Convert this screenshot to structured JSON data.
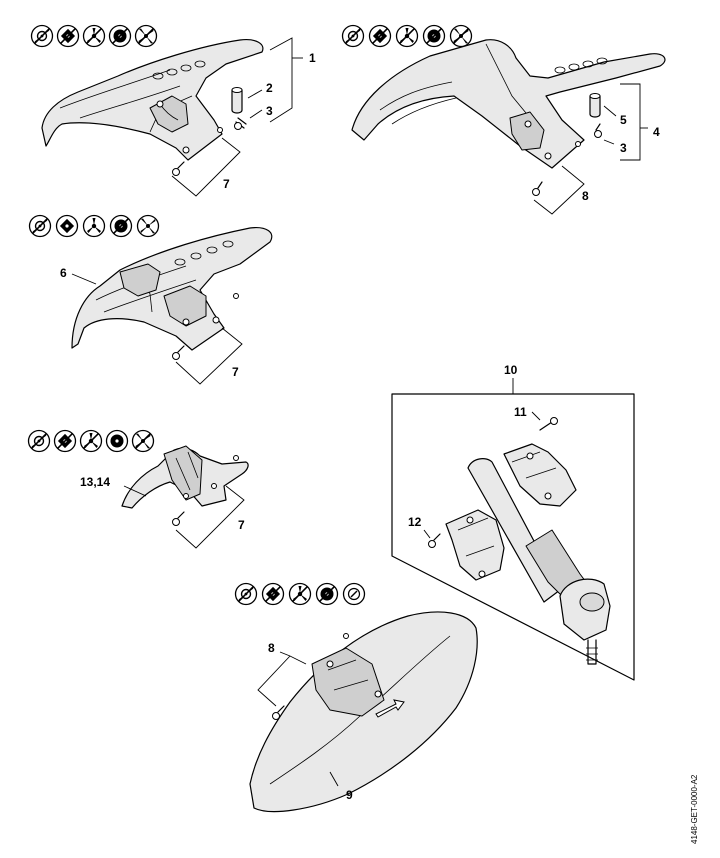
{
  "labels": {
    "l1": "1",
    "l2": "2",
    "l3a": "3",
    "l3b": "3",
    "l4": "4",
    "l5": "5",
    "l6": "6",
    "l7a": "7",
    "l7b": "7",
    "l7c": "7",
    "l8a": "8",
    "l8b": "8",
    "l9": "9",
    "l10": "10",
    "l11": "11",
    "l12": "12",
    "l1314": "13,14"
  },
  "doc_code": "4148-GET-0000-A2",
  "icon_rows": [
    [
      "mowing-head-icon",
      "metal-blade-icon",
      "three-tooth-blade-icon",
      "circular-saw-blade-icon",
      "four-tooth-blade-icon"
    ]
  ]
}
